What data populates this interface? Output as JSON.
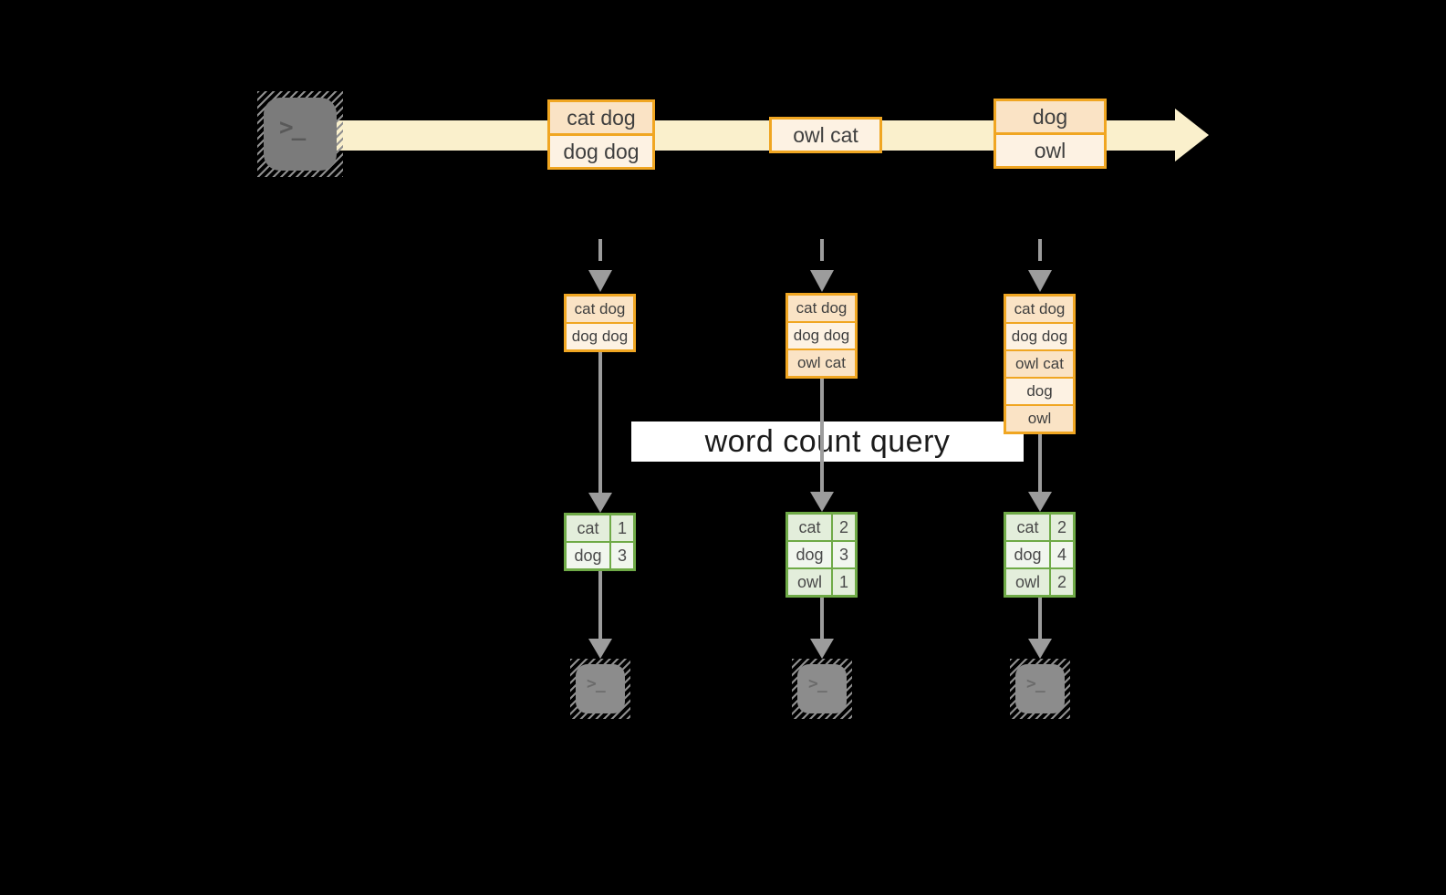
{
  "query_label": "word count query",
  "icons": {
    "terminal_glyph": ">_"
  },
  "palette": {
    "background": "#000000",
    "stream_band": "#faf0cc",
    "event_border": "#f0a622",
    "event_fill_dark": "#fae3c5",
    "event_fill_light": "#fdf2e3",
    "table_border": "#6faa47",
    "table_fill_dark": "#e3eedb",
    "table_fill_light": "#f1f6ee",
    "arrow_gray": "#9c9c9c",
    "query_band": "#ffffff"
  },
  "stream": {
    "events": [
      {
        "lines": [
          "cat dog",
          "dog dog"
        ]
      },
      {
        "lines": [
          "owl cat"
        ]
      },
      {
        "lines": [
          "dog",
          "owl"
        ]
      }
    ]
  },
  "columns": [
    {
      "state": [
        "cat dog",
        "dog dog"
      ],
      "counts": [
        {
          "word": "cat",
          "count": "1"
        },
        {
          "word": "dog",
          "count": "3"
        }
      ]
    },
    {
      "state": [
        "cat dog",
        "dog dog",
        "owl cat"
      ],
      "counts": [
        {
          "word": "cat",
          "count": "2"
        },
        {
          "word": "dog",
          "count": "3"
        },
        {
          "word": "owl",
          "count": "1"
        }
      ]
    },
    {
      "state": [
        "cat dog",
        "dog dog",
        "owl cat",
        "dog",
        "owl"
      ],
      "counts": [
        {
          "word": "cat",
          "count": "2"
        },
        {
          "word": "dog",
          "count": "4"
        },
        {
          "word": "owl",
          "count": "2"
        }
      ]
    }
  ]
}
